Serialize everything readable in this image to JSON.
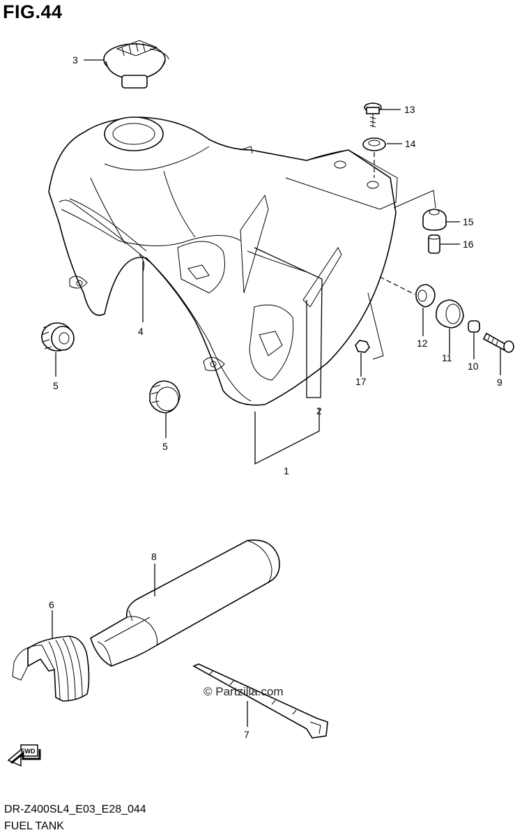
{
  "figure": {
    "title": "FIG.44",
    "code": "DR-Z400SL4_E03_E28_044",
    "name": "FUEL TANK",
    "watermark": "© Partzilla.com",
    "fwd_label": "FWD"
  },
  "callouts": {
    "c1": "1",
    "c2": "2",
    "c3": "3",
    "c4": "4",
    "c5a": "5",
    "c5b": "5",
    "c6": "6",
    "c7": "7",
    "c8": "8",
    "c9": "9",
    "c10": "10",
    "c11": "11",
    "c12": "12",
    "c13": "13",
    "c14": "14",
    "c15": "15",
    "c16": "16",
    "c17": "17"
  }
}
